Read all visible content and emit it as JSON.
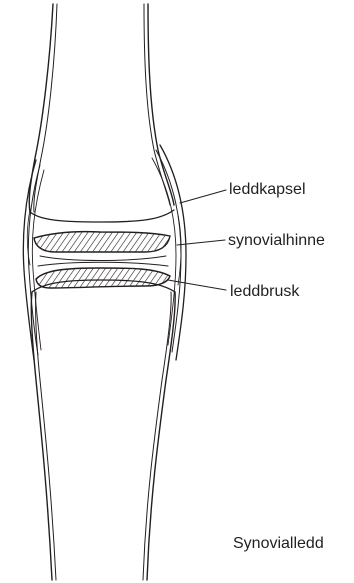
{
  "labels": {
    "capsule": "leddkapsel",
    "synovial_membrane": "synovialhinne",
    "cartilage": "leddbrusk"
  },
  "caption": "Synovialledd",
  "colors": {
    "ink": "#231f20",
    "background": "#ffffff"
  }
}
